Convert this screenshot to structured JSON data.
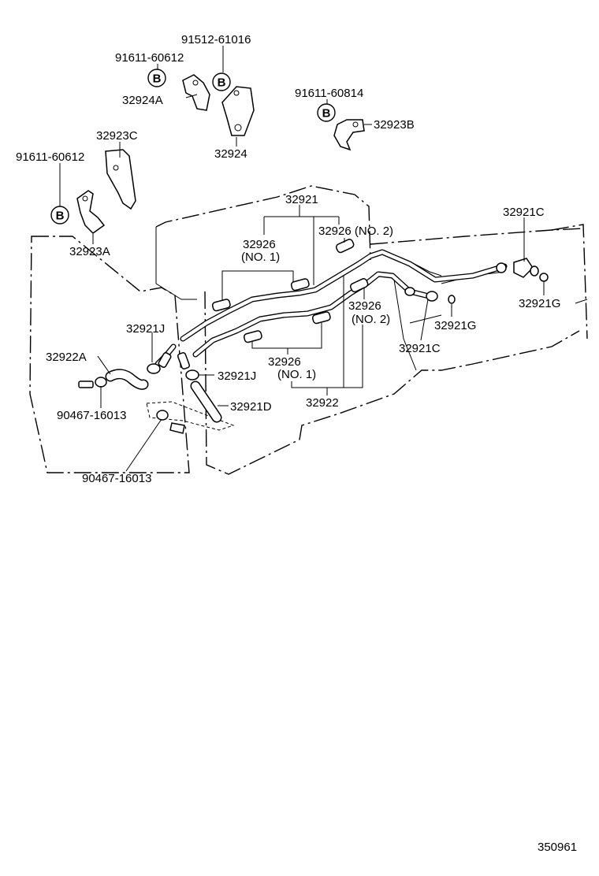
{
  "diagram_id": "350961",
  "labels": {
    "p91512_61016": "91512-61016",
    "p91611_60612_top": "91611-60612",
    "p32924A": "32924A",
    "p32924": "32924",
    "p91611_60814": "91611-60814",
    "p32923B": "32923B",
    "p32923C": "32923C",
    "p91611_60612_left": "91611-60612",
    "p32923A": "32923A",
    "p32921": "32921",
    "p32926_no1_top": "32926",
    "no1_top": "(NO. 1)",
    "p32926_no2_top": "32926 (NO. 2)",
    "p32921C_top": "32921C",
    "p32921G_right": "32921G",
    "p32921G_mid": "32921G",
    "p32921C_mid": "32921C",
    "p32926_no2_mid": "32926",
    "no2_mid": "(NO. 2)",
    "p32926_no1_bot": "32926",
    "no1_bot": "(NO. 1)",
    "p32922": "32922",
    "p32921J_top": "32921J",
    "p32921J_mid": "32921J",
    "p32922A": "32922A",
    "p32921D": "32921D",
    "p90467_16013_a": "90467-16013",
    "p90467_16013_b": "90467-16013"
  },
  "markers": {
    "b": "B"
  }
}
